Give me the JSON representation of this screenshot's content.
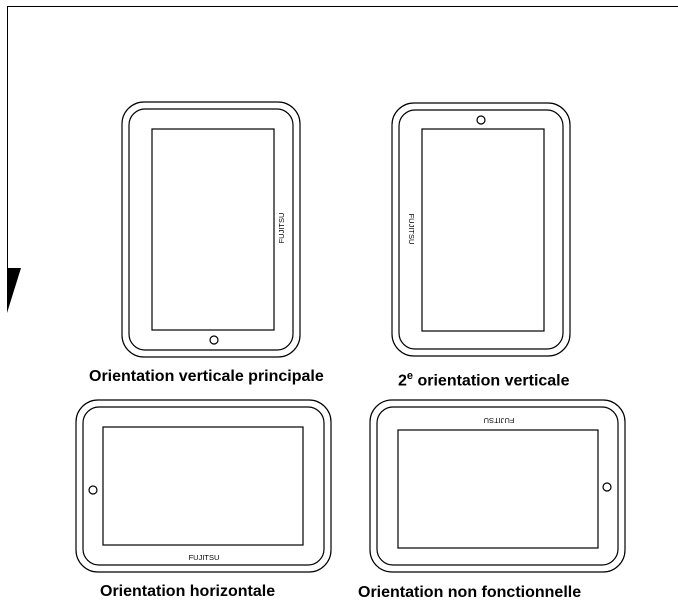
{
  "brand": "FUJITSU",
  "captions": {
    "primary_portrait": "Orientation verticale principale",
    "secondary_portrait_num": "2",
    "secondary_portrait_sup": "e",
    "secondary_portrait_rest": " orientation verticale",
    "landscape": "Orientation horizontale",
    "non_functional": "Orientation non fonctionnelle"
  }
}
